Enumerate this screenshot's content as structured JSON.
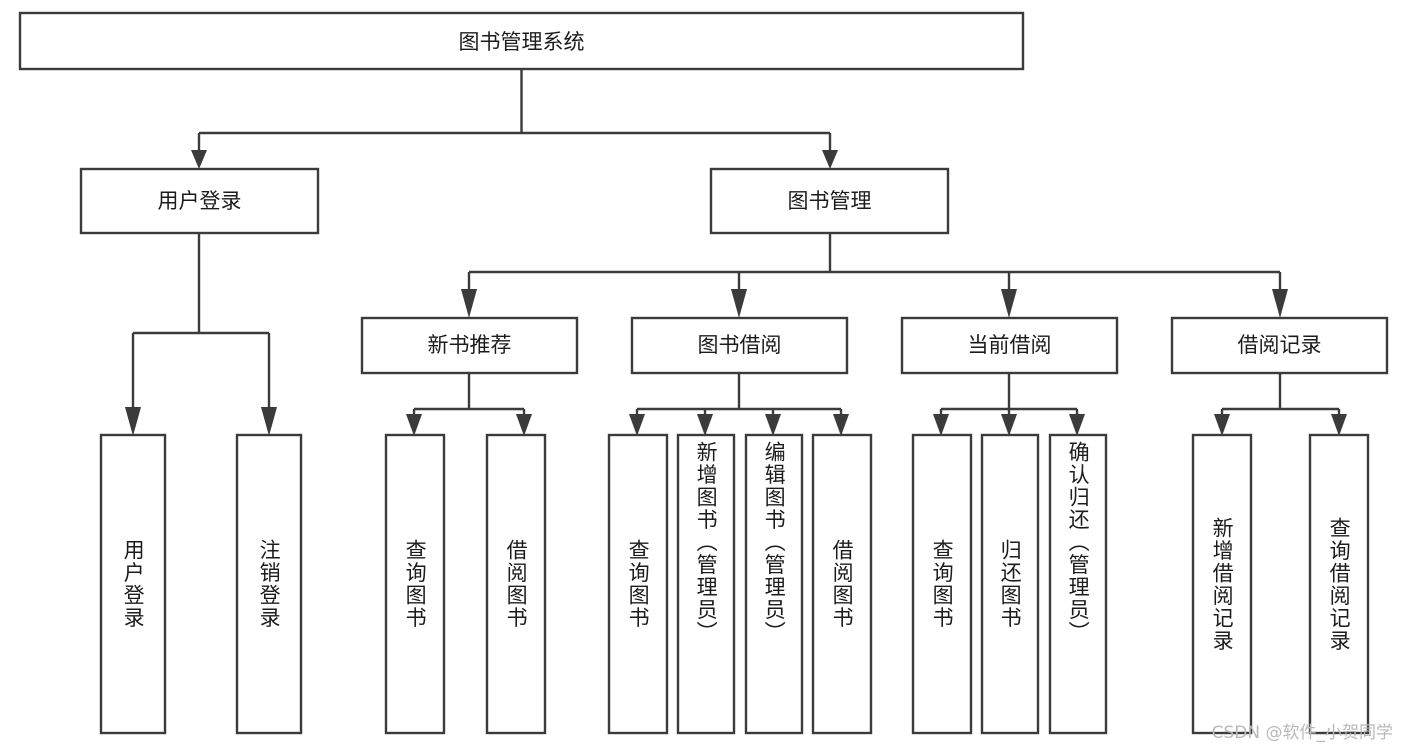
{
  "diagram": {
    "title": "图书管理系统",
    "type": "tree-hierarchy",
    "root": {
      "label": "图书管理系统"
    },
    "level1": [
      {
        "label": "用户登录"
      },
      {
        "label": "图书管理"
      }
    ],
    "level2": [
      {
        "label": "新书推荐",
        "parent": "图书管理"
      },
      {
        "label": "图书借阅",
        "parent": "图书管理"
      },
      {
        "label": "当前借阅",
        "parent": "图书管理"
      },
      {
        "label": "借阅记录",
        "parent": "图书管理"
      }
    ],
    "leaves": [
      {
        "label": "用户登录",
        "parent": "用户登录"
      },
      {
        "label": "注销登录",
        "parent": "用户登录"
      },
      {
        "label": "查询图书",
        "parent": "新书推荐"
      },
      {
        "label": "借阅图书",
        "parent": "新书推荐"
      },
      {
        "label": "查询图书",
        "parent": "图书借阅"
      },
      {
        "label": "新增图书（管理员）",
        "parent": "图书借阅"
      },
      {
        "label": "编辑图书（管理员）",
        "parent": "图书借阅"
      },
      {
        "label": "借阅图书",
        "parent": "图书借阅"
      },
      {
        "label": "查询图书",
        "parent": "当前借阅"
      },
      {
        "label": "归还图书",
        "parent": "当前借阅"
      },
      {
        "label": "确认归还（管理员）",
        "parent": "当前借阅"
      },
      {
        "label": "新增借阅记录",
        "parent": "借阅记录"
      },
      {
        "label": "查询借阅记录",
        "parent": "借阅记录"
      }
    ],
    "colors": {
      "stroke": "#3b3b3b",
      "fill": "#ffffff",
      "text": "#1c1c1c",
      "watermark": "#b9b9b9",
      "background": "#ffffff"
    }
  },
  "watermark": {
    "text": "CSDN @软件_小贺同学"
  }
}
